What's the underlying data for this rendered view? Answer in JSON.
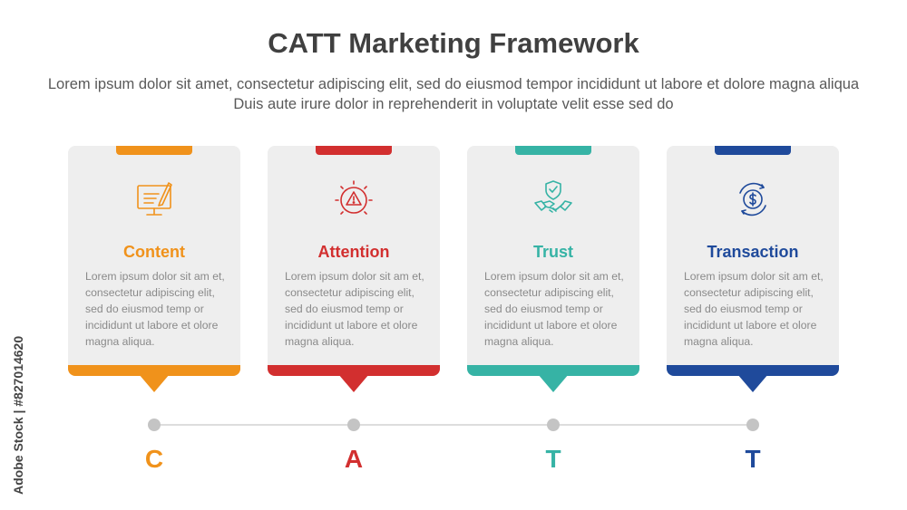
{
  "title": "CATT Marketing Framework",
  "subtitle": "Lorem ipsum dolor sit amet, consectetur adipiscing elit, sed do eiusmod tempor incididunt ut labore et dolore magna aliqua Duis aute irure dolor in reprehenderit in voluptate velit esse sed do",
  "colors": {
    "content": "#f0921b",
    "attention": "#d22f2f",
    "trust": "#36b3a5",
    "transaction": "#1f4a9b"
  },
  "cards": [
    {
      "heading": "Content",
      "icon": "computer-writing-icon",
      "letter": "C",
      "body": "Lorem ipsum dolor sit am et, consectetur adipiscing elit, sed do eiusmod temp or incididunt ut labore et olore magna aliqua."
    },
    {
      "heading": "Attention",
      "icon": "alert-warning-icon",
      "letter": "A",
      "body": "Lorem ipsum dolor sit am et, consectetur adipiscing elit, sed do eiusmod temp or incididunt ut labore et olore magna aliqua."
    },
    {
      "heading": "Trust",
      "icon": "handshake-shield-icon",
      "letter": "T",
      "body": "Lorem ipsum dolor sit am et, consectetur adipiscing elit, sed do eiusmod temp or incididunt ut labore et olore magna aliqua."
    },
    {
      "heading": "Transaction",
      "icon": "money-exchange-icon",
      "letter": "T",
      "body": "Lorem ipsum dolor sit am et, consectetur adipiscing elit, sed do eiusmod temp or incididunt ut labore et olore magna aliqua."
    }
  ],
  "side_label": "Adobe Stock | #827014620"
}
